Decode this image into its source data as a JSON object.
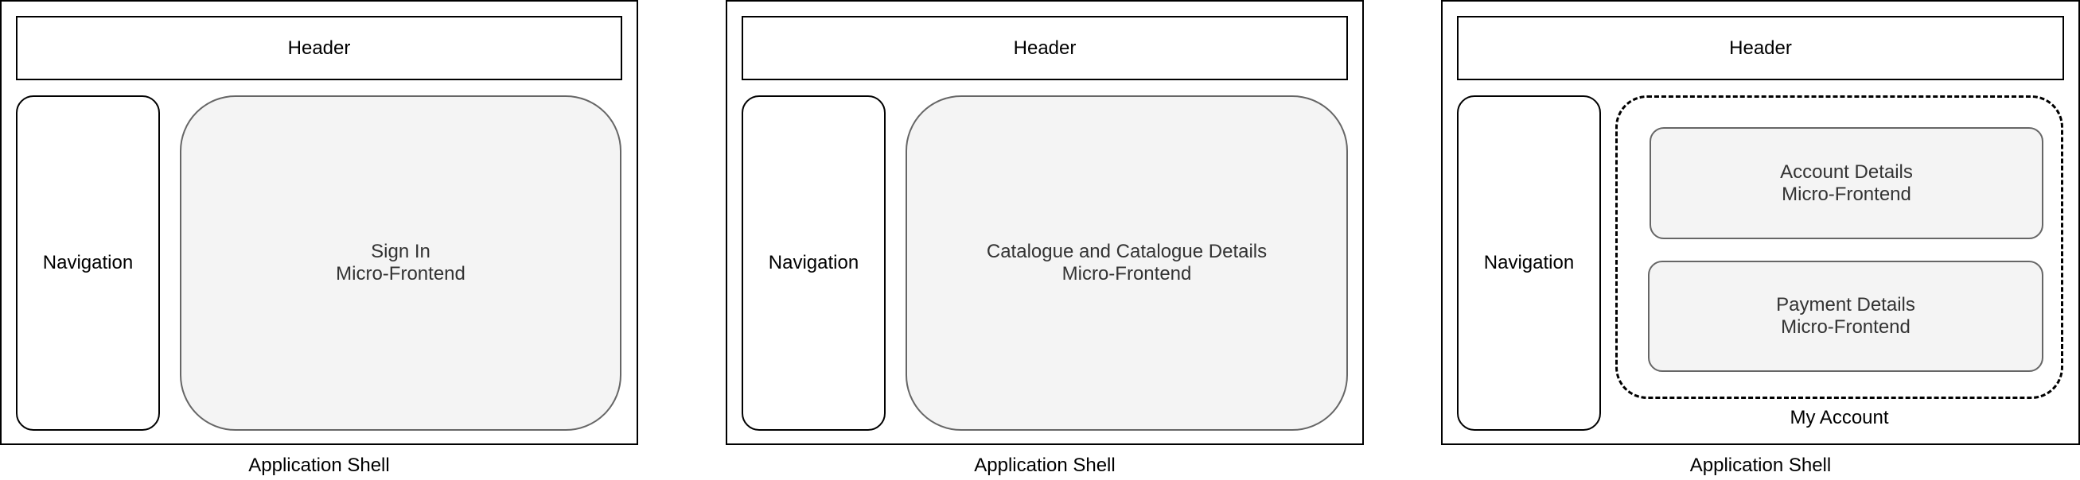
{
  "panels": [
    {
      "header": "Header",
      "navigation": "Navigation",
      "content_lines": [
        "Sign In",
        "Micro-Frontend"
      ],
      "caption": "Application Shell"
    },
    {
      "header": "Header",
      "navigation": "Navigation",
      "content_lines": [
        "Catalogue and Catalogue Details",
        "Micro-Frontend"
      ],
      "caption": "Application Shell"
    },
    {
      "header": "Header",
      "navigation": "Navigation",
      "group_label": "My Account",
      "sub_boxes": [
        {
          "lines": [
            "Account Details",
            "Micro-Frontend"
          ]
        },
        {
          "lines": [
            "Payment Details",
            "Micro-Frontend"
          ]
        }
      ],
      "caption": "Application Shell"
    }
  ]
}
